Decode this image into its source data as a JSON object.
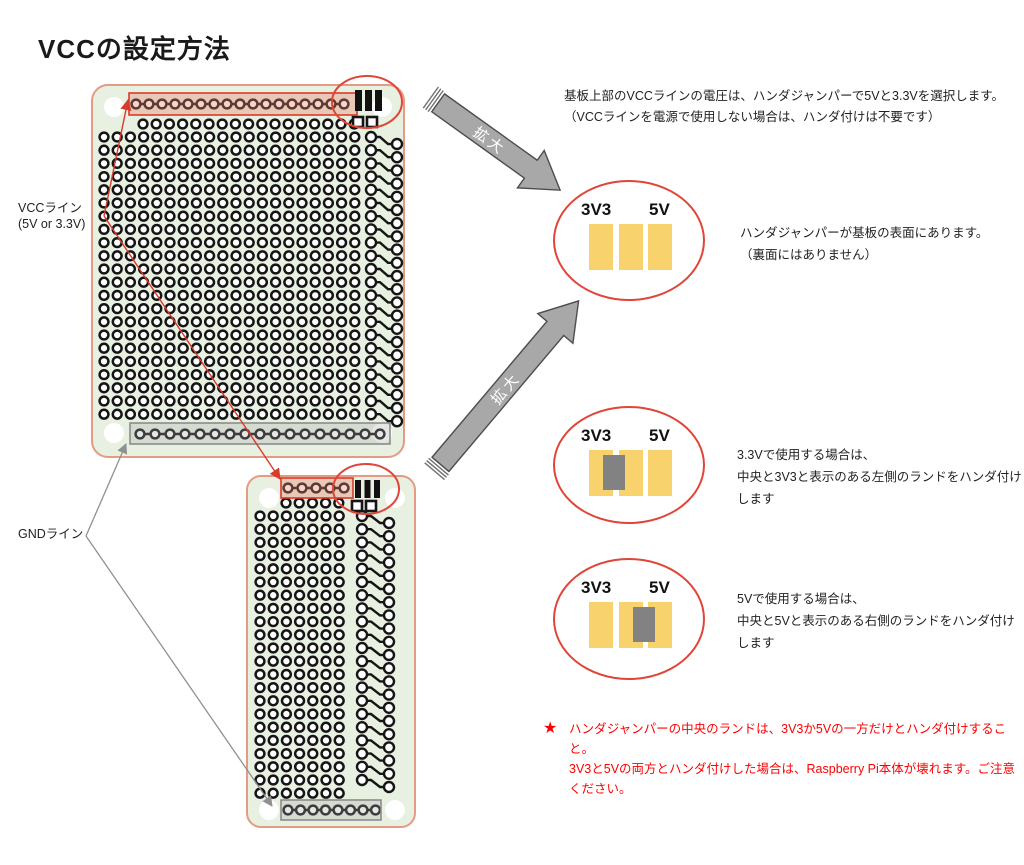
{
  "title": "VCCの設定方法",
  "board_labels": {
    "vcc": "VCCライン",
    "vcc_sub": "(5V or 3.3V)",
    "gnd": "GNDライン"
  },
  "zoom_arrow_label": "拡大",
  "intro": {
    "line1": "基板上部のVCCラインの電圧は、ハンダジャンパーで5Vと3.3Vを選択します。",
    "line2": "（VCCラインを電源で使用しない場合は、ハンダ付けは不要です）"
  },
  "jumper_views": [
    {
      "left_label": "3V3",
      "right_label": "5V",
      "bridge": "none",
      "desc_line1": "ハンダジャンパーが基板の表面にあります。",
      "desc_line2": "（裏面にはありません）"
    },
    {
      "left_label": "3V3",
      "right_label": "5V",
      "bridge": "center-to-3V3",
      "desc_line1": "3.3Vで使用する場合は、",
      "desc_line2": "中央と3V3と表示のある左側のランドをハンダ付けします"
    },
    {
      "left_label": "3V3",
      "right_label": "5V",
      "bridge": "center-to-5V",
      "desc_line1": "5Vで使用する場合は、",
      "desc_line2": "中央と5Vと表示のある右側のランドをハンダ付けします"
    }
  ],
  "warning": {
    "star": "★",
    "line1": "ハンダジャンパーの中央のランドは、3V3か5Vの一方だけとハンダ付けすること。",
    "line2": "3V3と5Vの両方とハンダ付けした場合は、Raspberry Pi本体が壊れます。ご注意ください。"
  },
  "colors": {
    "board_fill": "#e8f0e1",
    "board_outline": "#e59a84",
    "hole": "#151515",
    "vcc_highlight": "#d93a2b",
    "gnd_highlight": "#8c8c8c",
    "jumper_pad_yellow": "#f7d26d",
    "solder_bridge_gray": "#828282",
    "zoom_arrow_gray": "#a8a8a8",
    "warning_red": "#fe0000"
  }
}
